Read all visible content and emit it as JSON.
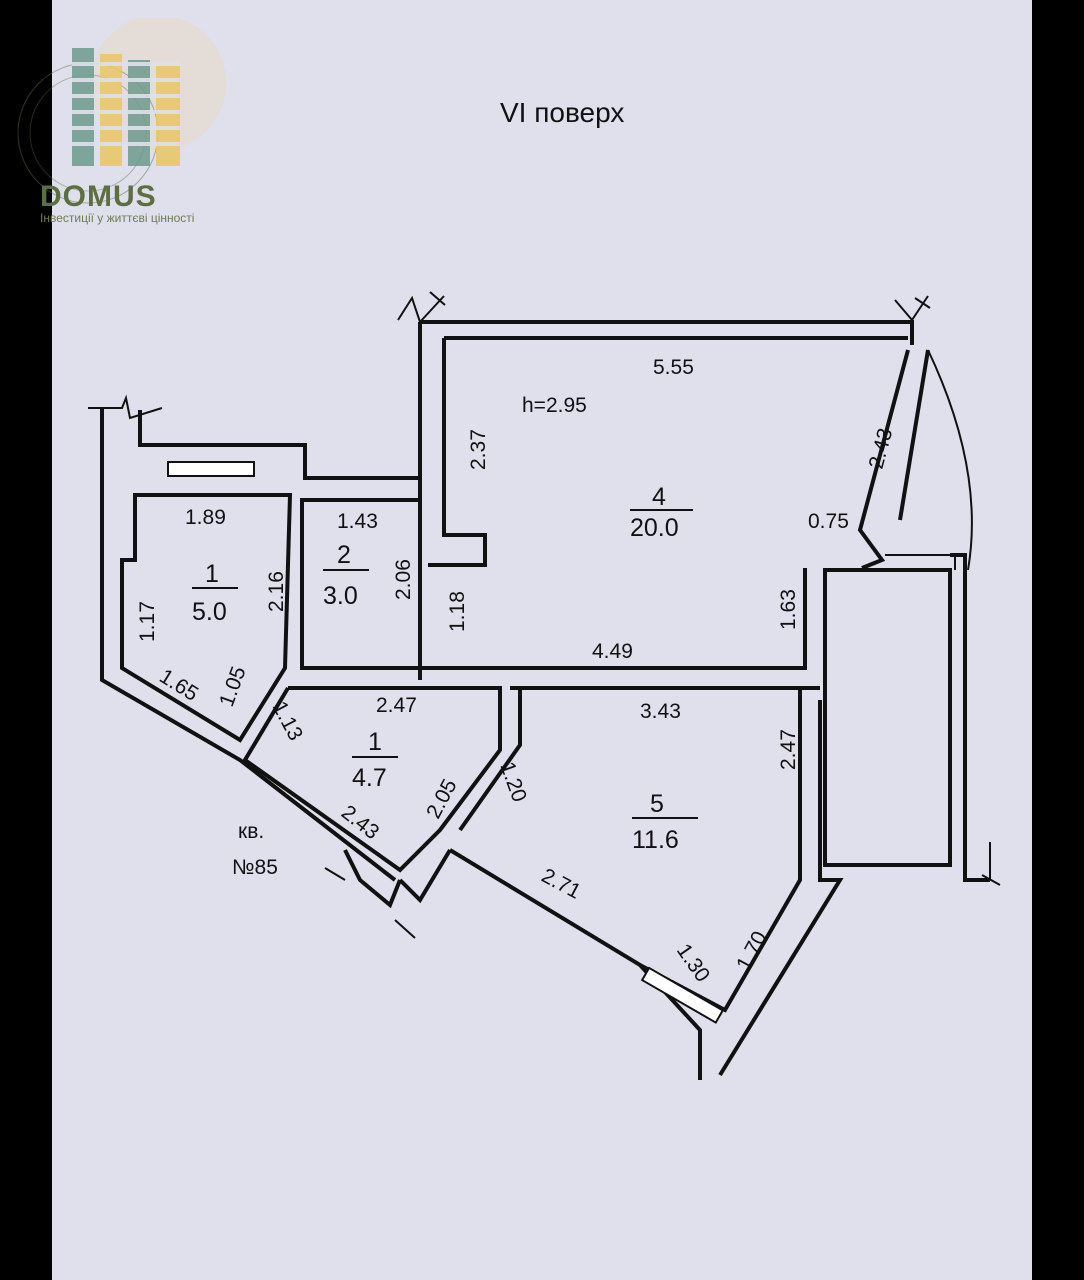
{
  "floor_title": "VI поверх",
  "logo": {
    "name": "DOMUS",
    "tagline": "Інвестиції у життєві цінності"
  },
  "ceiling_height": "h=2.95",
  "apartment_label": {
    "line1": "кв.",
    "line2": "№85"
  },
  "rooms": [
    {
      "number": "4",
      "area": "20.0"
    },
    {
      "number": "1",
      "area": "5.0"
    },
    {
      "number": "2",
      "area": "3.0"
    },
    {
      "number": "1",
      "area": "4.7"
    },
    {
      "number": "5",
      "area": "11.6"
    }
  ],
  "dimensions": {
    "r4_top": "5.55",
    "r4_left": "2.37",
    "r4_window": "2.43",
    "r4_short": "0.75",
    "r4_right": "1.63",
    "r4_bottom": "4.49",
    "r4_lower_left": "1.18",
    "r1_top": "1.89",
    "r1_left": "1.17",
    "r1_right": "2.16",
    "r1_diag": "1.65",
    "r1_door": "1.05",
    "r2_top": "1.43",
    "r2_right": "2.06",
    "hall_top": "2.47",
    "hall_left": "1.13",
    "hall_bottom": "2.43",
    "hall_right": "2.05",
    "r5_top": "3.43",
    "r5_left": "1.20",
    "r5_right": "2.47",
    "r5_bottom": "2.71",
    "r5_step": "1.30",
    "r5_diag": "1.70"
  },
  "colors": {
    "paper": "#dfe0ec",
    "ink": "#111111",
    "logo_olive": "#5d6e42",
    "logo_yellow": "#e8c66a",
    "logo_teal": "#6f9a8c"
  }
}
